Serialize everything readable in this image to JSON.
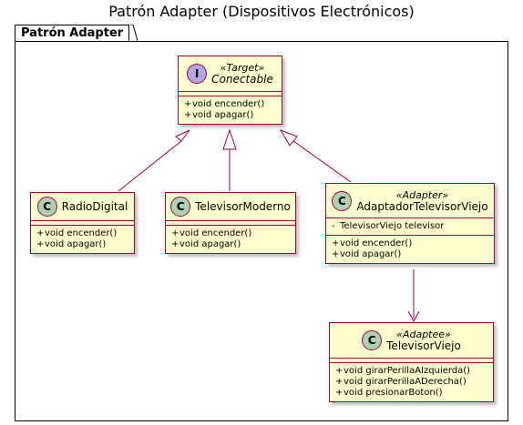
{
  "title": "Patrón Adapter (Dispositivos Electrónicos)",
  "package": {
    "name": "Patrón Adapter"
  },
  "colors": {
    "class_fill": "#fefece",
    "border": "#a80036",
    "class_icon": "#add1b2",
    "interface_icon": "#b4a7e5"
  },
  "nodes": {
    "conectable": {
      "icon": "I",
      "stereotype": "«Target»",
      "name": "Conectable",
      "fields": [],
      "methods": [
        {
          "vis": "+",
          "text": "void encender()"
        },
        {
          "vis": "+",
          "text": "void apagar()"
        }
      ]
    },
    "radio": {
      "icon": "C",
      "stereotype": "",
      "name": "RadioDigital",
      "fields": [],
      "methods": [
        {
          "vis": "+",
          "text": "void encender()"
        },
        {
          "vis": "+",
          "text": "void apagar()"
        }
      ]
    },
    "tvmoderno": {
      "icon": "C",
      "stereotype": "",
      "name": "TelevisorModerno",
      "fields": [],
      "methods": [
        {
          "vis": "+",
          "text": "void encender()"
        },
        {
          "vis": "+",
          "text": "void apagar()"
        }
      ]
    },
    "adaptador": {
      "icon": "C",
      "stereotype": "«Adapter»",
      "name": "AdaptadorTelevisorViejo",
      "fields": [
        {
          "vis": "-",
          "text": "TelevisorViejo televisor"
        }
      ],
      "methods": [
        {
          "vis": "+",
          "text": "void encender()"
        },
        {
          "vis": "+",
          "text": "void apagar()"
        }
      ]
    },
    "tvviejo": {
      "icon": "C",
      "stereotype": "«Adaptee»",
      "name": "TelevisorViejo",
      "fields": [],
      "methods": [
        {
          "vis": "+",
          "text": "void girarPerillaAIzquierda()"
        },
        {
          "vis": "+",
          "text": "void girarPerillaADerecha()"
        },
        {
          "vis": "+",
          "text": "void presionarBoton()"
        }
      ]
    }
  }
}
